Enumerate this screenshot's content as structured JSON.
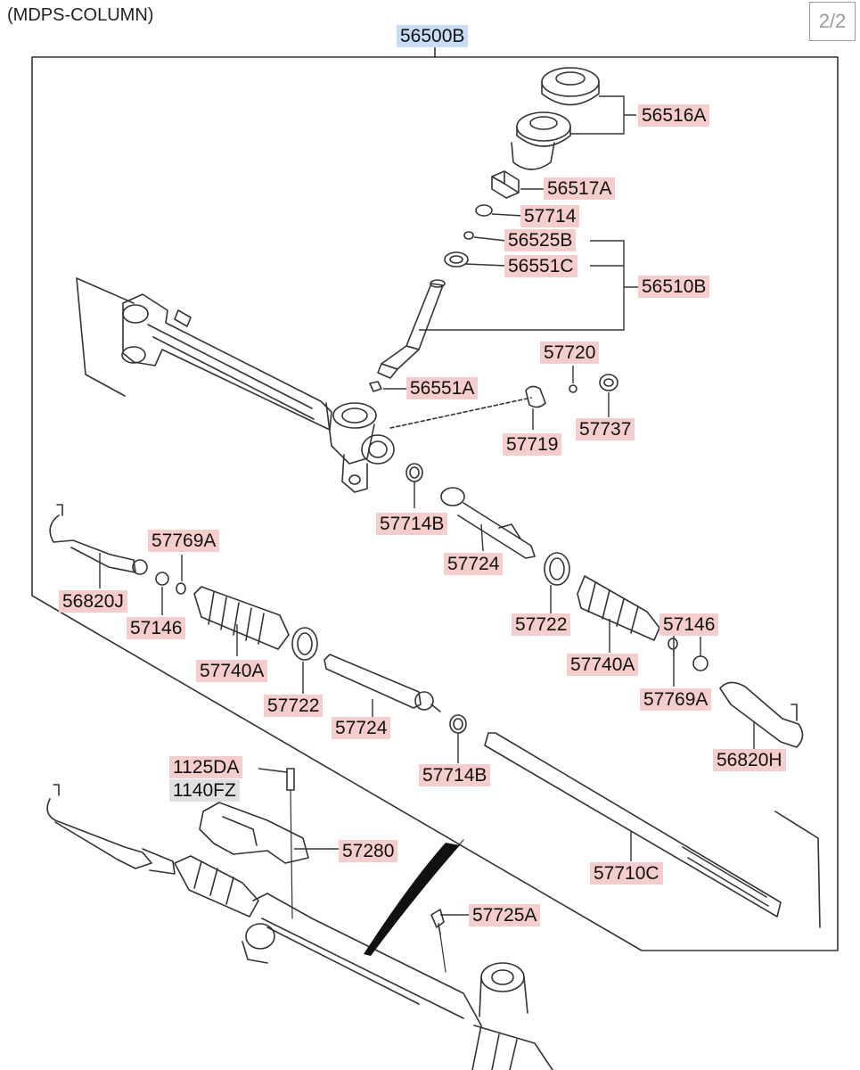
{
  "header": {
    "title": "(MDPS-COLUMN)",
    "page": "2/2"
  },
  "assembly": {
    "code": "56500B"
  },
  "labels": {
    "l56516A": "56516A",
    "l56517A": "56517A",
    "l57714": "57714",
    "l56525B": "56525B",
    "l56551C": "56551C",
    "l56510B": "56510B",
    "l56551A": "56551A",
    "l57720": "57720",
    "l57719": "57719",
    "l57737": "57737",
    "l57714B_top": "57714B",
    "l57724_top": "57724",
    "l57769A_left": "57769A",
    "l56820J": "56820J",
    "l57146_left": "57146",
    "l57740A_left": "57740A",
    "l57722_right": "57722",
    "l57146_right": "57146",
    "l57740A_right": "57740A",
    "l57769A_right": "57769A",
    "l56820H": "56820H",
    "l57722_left": "57722",
    "l57724_bottom": "57724",
    "l57714B_bottom": "57714B",
    "l1125DA": "1125DA",
    "l1140FZ": "1140FZ",
    "l57280": "57280",
    "l57710C": "57710C",
    "l57725A": "57725A"
  },
  "colors": {
    "label_highlight": "#f6cdcd",
    "assembly_highlight": "#c8dcf4",
    "reference_highlight": "#e0e0e0",
    "line": "#333333"
  }
}
